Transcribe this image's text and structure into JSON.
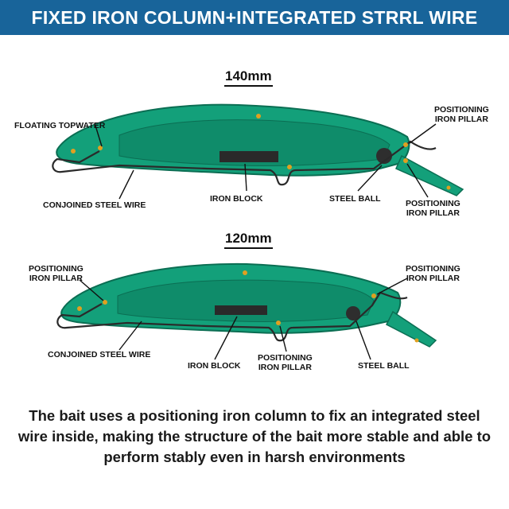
{
  "banner": {
    "title": "FIXED IRON COLUMN+INTEGRATED STRRL WIRE"
  },
  "lure_140": {
    "size": "140mm",
    "labels": {
      "floating_topwater": "FLOATING TOPWATER",
      "positioning_pillar_top": "POSITIONING\nIRON PILLAR",
      "conjoined_wire": "CONJOINED STEEL WIRE",
      "iron_block": "IRON BLOCK",
      "steel_ball": "STEEL BALL",
      "positioning_pillar_bottom": "POSITIONING\nIRON PILLAR"
    }
  },
  "lure_120": {
    "size": "120mm",
    "labels": {
      "positioning_pillar_left": "POSITIONING\nIRON PILLAR",
      "positioning_pillar_right": "POSITIONING\nIRON PILLAR",
      "conjoined_wire": "CONJOINED STEEL WIRE",
      "iron_block": "IRON BLOCK",
      "positioning_pillar_bottom": "POSITIONING\nIRON PILLAR",
      "steel_ball": "STEEL BALL"
    }
  },
  "description": "The bait uses a positioning iron column to fix an integrated steel wire inside, making the structure of the bait more stable and able to perform stably even in harsh environments",
  "colors": {
    "banner": "#18649a",
    "body": "#13a07a",
    "body_dark": "#0b6e53",
    "wire": "#2a2a2a",
    "pillar": "#e0a020"
  }
}
